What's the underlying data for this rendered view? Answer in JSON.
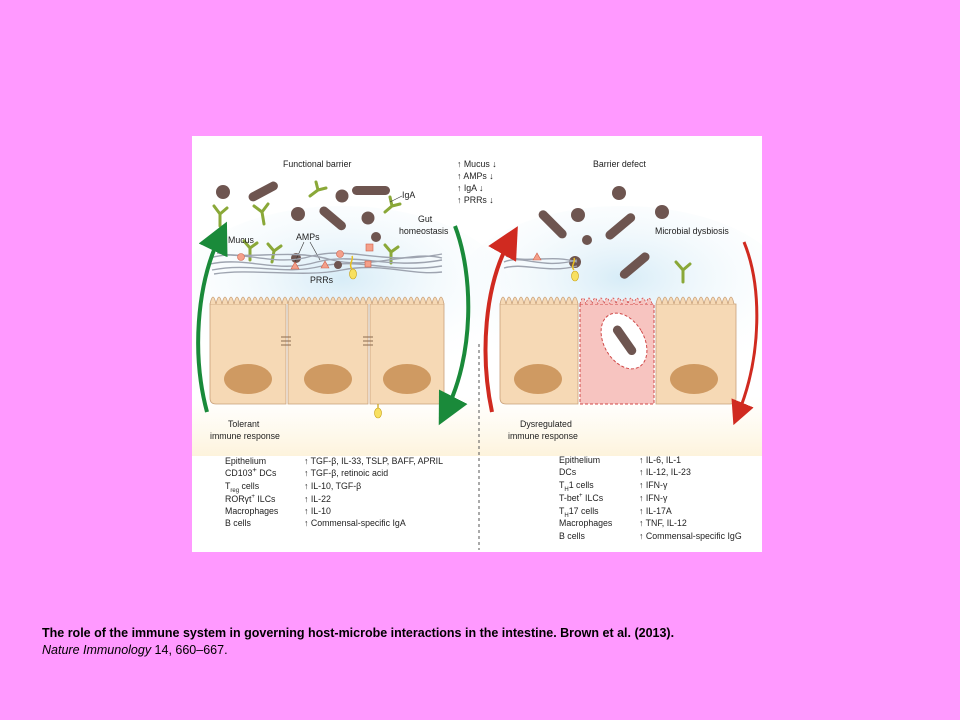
{
  "figure": {
    "left_panel": {
      "title": "Functional barrier",
      "labels": {
        "iga": "IgA",
        "gut_homeostasis_1": "Gut",
        "gut_homeostasis_2": "homeostasis",
        "mucus": "Mucus",
        "amps": "AMPs",
        "prrs": "PRRs",
        "response_1": "Tolerant",
        "response_2": "immune response"
      },
      "cells": [
        "Epithelium",
        "CD103",
        "T",
        "RORγt",
        "Macrophages",
        "B cells"
      ],
      "cell_suffixes": {
        "cd103_sup": "+",
        "cd103_rest": " DCs",
        "treg_sub": "reg",
        "treg_rest": " cells",
        "ror_sup": "+",
        "ror_rest": " ILCs"
      },
      "effects": [
        "↑ TGF-β, IL-33, TSLP, BAFF, APRIL",
        "↑ TGF-β, retinoic acid",
        "↑ IL-10, TGF-β",
        "↑ IL-22",
        "↑ IL-10",
        "↑ Commensal-specific IgA"
      ]
    },
    "middle": {
      "lines": [
        "↑ Mucus ↓",
        "↑ AMPs ↓",
        "↑ IgA ↓",
        "↑ PRRs ↓"
      ]
    },
    "right_panel": {
      "title": "Barrier defect",
      "labels": {
        "dysbiosis": "Microbial dysbiosis",
        "response_1": "Dysregulated",
        "response_2": "immune response"
      },
      "cells": [
        "Epithelium",
        "DCs",
        "T",
        "T-bet",
        "T",
        "Macrophages",
        "B cells"
      ],
      "cell_suffixes": {
        "th1_sub": "H",
        "th1_rest": "1 cells",
        "tbet_sup": "+",
        "tbet_rest": " ILCs",
        "th17_sub": "H",
        "th17_rest": "17 cells"
      },
      "effects": [
        "↑ IL-6, IL-1",
        "↑ IL-12, IL-23",
        "↑ IFN-γ",
        "↑ IFN-γ",
        "↑ IL-17A",
        "↑ TNF, IL-12",
        "↑ Commensal-specific IgG"
      ]
    },
    "colors": {
      "green_arrow": "#1a8a3a",
      "red_arrow": "#d02a20",
      "epithelium": "#f6d9b5",
      "nucleus": "#cf9a62",
      "bacteria": "#6e5550",
      "antibody": "#8aa838",
      "damaged_cell": "#f7c4c0"
    }
  },
  "caption": {
    "line1": "The role of the immune system in governing host-microbe interactions in the intestine. Brown et al. (2013).",
    "journal": "Nature Immunology",
    "citation": " 14, 660–667."
  }
}
